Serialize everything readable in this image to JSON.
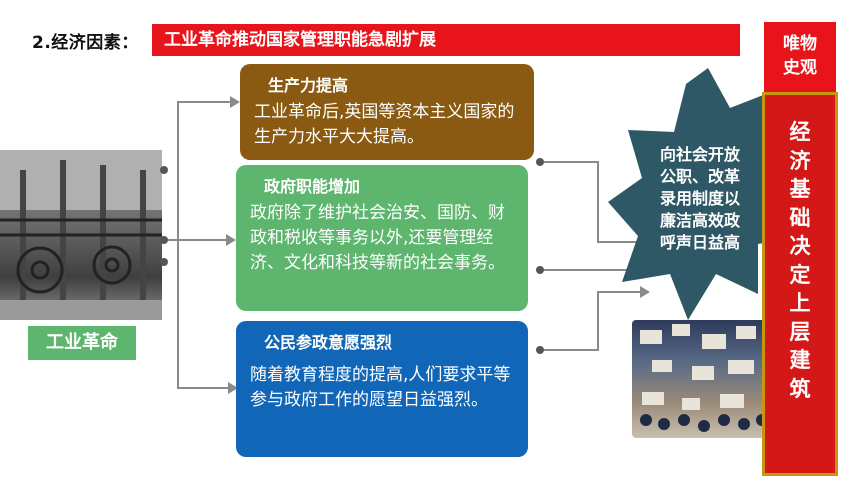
{
  "heading": "2.经济因素：",
  "banner": "工业革命推动国家管理职能急剧扩展",
  "boxes": [
    {
      "title": "生产力提高",
      "body": "工业革命后,英国等资本主义国家的生产力水平大大提高。"
    },
    {
      "title": "政府职能增加",
      "body": "政府除了维护社会治安、国防、财政和税收等事务以外,还要管理经济、文化和科技等新的社会事务。"
    },
    {
      "title": "公民参政意愿强烈",
      "body": "随着教育程度的提高,人们要求平等参与政府工作的愿望日益强烈。"
    }
  ],
  "industrial_revolution_label": "工业革命",
  "badge_lines": [
    "向社会开放",
    "公职、改革",
    "录用制度以",
    "廉洁高效政",
    "呼声日益高"
  ],
  "side_title": "唯物史观",
  "side_vertical": [
    "经",
    "济",
    "基",
    "础",
    "决",
    "定",
    "上",
    "层",
    "建",
    "筑"
  ],
  "colors": {
    "banner": "#e8141c",
    "box1": "#8a5a12",
    "box2": "#5db56e",
    "box3": "#1266b8",
    "badge": "#2e5866",
    "side": "#d41817"
  }
}
